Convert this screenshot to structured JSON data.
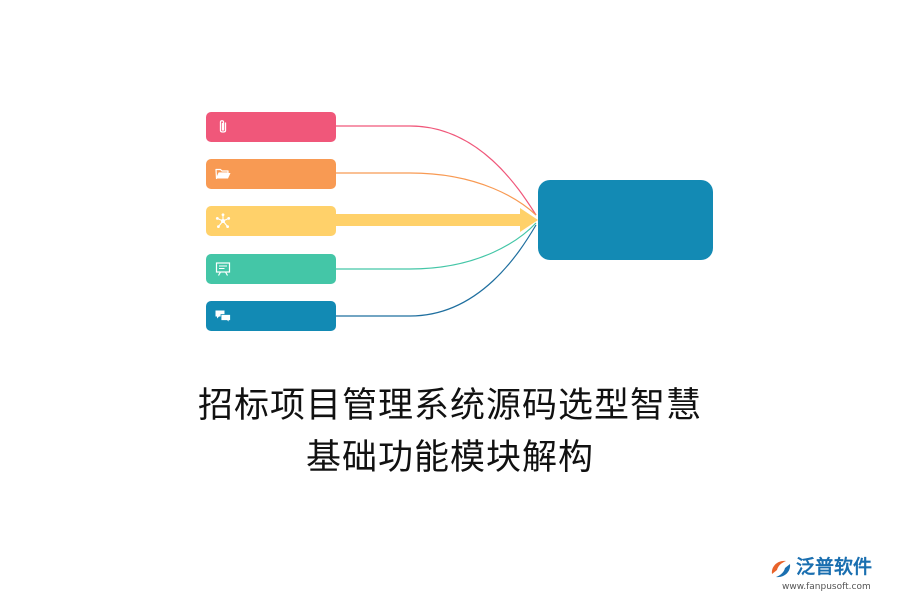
{
  "diagram": {
    "bars": [
      {
        "icon": "paperclip-icon",
        "color": "#f0577a"
      },
      {
        "icon": "folder-open-icon",
        "color": "#f89a53"
      },
      {
        "icon": "network-icon",
        "color": "#ffd16a"
      },
      {
        "icon": "presentation-board-icon",
        "color": "#44c6a7"
      },
      {
        "icon": "chat-bubbles-icon",
        "color": "#128ab4"
      }
    ],
    "hub": {
      "color": "#138ab4"
    }
  },
  "title": {
    "line1": "招标项目管理系统源码选型智慧",
    "line2": "基础功能模块解构"
  },
  "brand": {
    "name": "泛普软件",
    "url": "www.fanpusoft.com",
    "logo_icon": "fanpu-logo-icon",
    "color": "#1a6fb0"
  }
}
